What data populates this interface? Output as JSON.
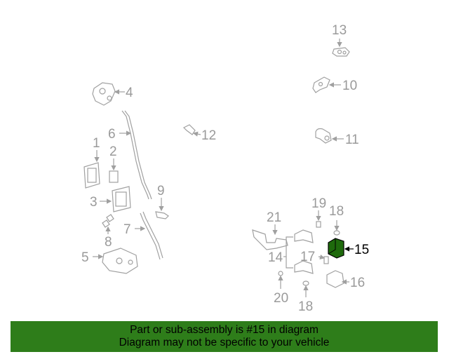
{
  "diagram": {
    "highlighted_part": "15",
    "callouts": {
      "c1": "1",
      "c2": "2",
      "c3": "3",
      "c4": "4",
      "c5": "5",
      "c6": "6",
      "c7": "7",
      "c8": "8",
      "c9": "9",
      "c10": "10",
      "c11": "11",
      "c12": "12",
      "c13": "13",
      "c14": "14",
      "c15": "15",
      "c16": "16",
      "c17": "17",
      "c18a": "18",
      "c18b": "18",
      "c19": "19",
      "c20": "20",
      "c21": "21"
    },
    "colors": {
      "highlight": "#1e6a0c",
      "banner": "#2e7d1a",
      "part_stroke": "#a0a0a0",
      "callout": "#9a9a9a"
    }
  },
  "banner": {
    "line1": "Part or sub-assembly is #15 in diagram",
    "line2": "Diagram may not be specific to your vehicle"
  }
}
